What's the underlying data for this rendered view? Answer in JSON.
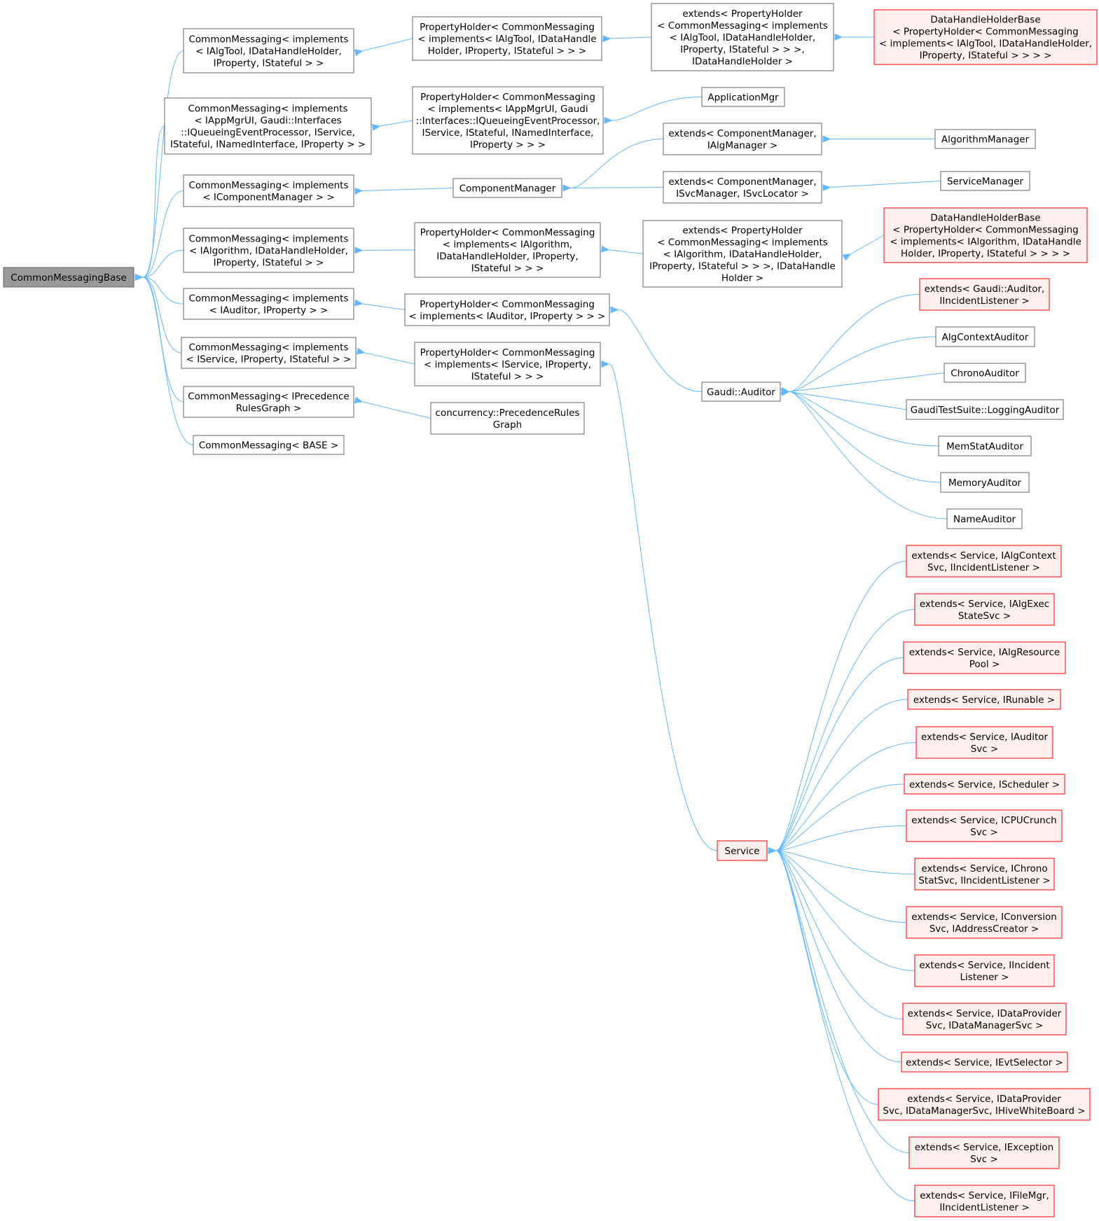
{
  "colors": {
    "edge": "#63b8ff",
    "node_border": "#666666",
    "node_fill": "#ffffff",
    "root_fill": "#999999",
    "root_border": "#666666",
    "red_border": "#ff0000",
    "red_fill": "#fff0f0"
  },
  "nodes": [
    {
      "id": "root",
      "style": "root",
      "lines": [
        "CommonMessagingBase"
      ]
    },
    {
      "id": "cm_algtool",
      "style": "normal",
      "lines": [
        "CommonMessaging< implements",
        "< IAlgTool, IDataHandleHolder,",
        "IProperty, IStateful > >"
      ]
    },
    {
      "id": "cm_appmgr",
      "style": "normal",
      "lines": [
        "CommonMessaging< implements",
        "< IAppMgrUI, Gaudi::Interfaces",
        "::IQueueingEventProcessor, IService,",
        "IStateful, INamedInterface, IProperty > >"
      ]
    },
    {
      "id": "cm_compmgr",
      "style": "normal",
      "lines": [
        "CommonMessaging< implements",
        "< IComponentManager > >"
      ]
    },
    {
      "id": "cm_algorithm",
      "style": "normal",
      "lines": [
        "CommonMessaging< implements",
        "< IAlgorithm, IDataHandleHolder,",
        "IProperty, IStateful > >"
      ]
    },
    {
      "id": "cm_auditor",
      "style": "normal",
      "lines": [
        "CommonMessaging< implements",
        "< IAuditor, IProperty > >"
      ]
    },
    {
      "id": "cm_service",
      "style": "normal",
      "lines": [
        "CommonMessaging< implements",
        "< IService, IProperty, IStateful > >"
      ]
    },
    {
      "id": "cm_precedence",
      "style": "normal",
      "lines": [
        "CommonMessaging< IPrecedence",
        "RulesGraph >"
      ]
    },
    {
      "id": "cm_base",
      "style": "normal",
      "lines": [
        "CommonMessaging< BASE >"
      ]
    },
    {
      "id": "ph_algtool",
      "style": "normal",
      "lines": [
        "PropertyHolder< CommonMessaging",
        "< implements< IAlgTool, IDataHandle",
        "Holder, IProperty, IStateful > > >"
      ]
    },
    {
      "id": "ph_appmgr",
      "style": "normal",
      "lines": [
        "PropertyHolder< CommonMessaging",
        "< implements< IAppMgrUI, Gaudi",
        "::Interfaces::IQueueingEventProcessor,",
        "IService, IStateful, INamedInterface,",
        "IProperty > > >"
      ]
    },
    {
      "id": "componentmanager",
      "style": "normal",
      "lines": [
        "ComponentManager"
      ]
    },
    {
      "id": "ph_algorithm",
      "style": "normal",
      "lines": [
        "PropertyHolder< CommonMessaging",
        "< implements< IAlgorithm,",
        "IDataHandleHolder, IProperty,",
        "IStateful > > >"
      ]
    },
    {
      "id": "ph_auditor",
      "style": "normal",
      "lines": [
        "PropertyHolder< CommonMessaging",
        "< implements< IAuditor, IProperty > > >"
      ]
    },
    {
      "id": "ph_service",
      "style": "normal",
      "lines": [
        "PropertyHolder< CommonMessaging",
        "< implements< IService, IProperty,",
        "IStateful > > >"
      ]
    },
    {
      "id": "precedencerulesgraph",
      "style": "normal",
      "lines": [
        "concurrency::PrecedenceRules",
        "Graph"
      ]
    },
    {
      "id": "ext_ph_algtool",
      "style": "normal",
      "lines": [
        "extends< PropertyHolder",
        "< CommonMessaging< implements",
        "< IAlgTool, IDataHandleHolder,",
        "IProperty, IStateful > > >,",
        "IDataHandleHolder >"
      ]
    },
    {
      "id": "applicationmgr",
      "style": "normal",
      "lines": [
        "ApplicationMgr"
      ]
    },
    {
      "id": "ext_cm_algmgr",
      "style": "normal",
      "lines": [
        "extends< ComponentManager,",
        "IAlgManager >"
      ]
    },
    {
      "id": "ext_cm_svcmgr",
      "style": "normal",
      "lines": [
        "extends< ComponentManager,",
        "ISvcManager, ISvcLocator >"
      ]
    },
    {
      "id": "ext_ph_algorithm",
      "style": "normal",
      "lines": [
        "extends< PropertyHolder",
        "< CommonMessaging< implements",
        "< IAlgorithm, IDataHandleHolder,",
        "IProperty, IStateful > > >, IDataHandle",
        "Holder >"
      ]
    },
    {
      "id": "gaudi_auditor",
      "style": "normal",
      "lines": [
        "Gaudi::Auditor"
      ]
    },
    {
      "id": "service",
      "style": "red",
      "lines": [
        "Service"
      ]
    },
    {
      "id": "dhhb_algtool",
      "style": "red",
      "lines": [
        "DataHandleHolderBase",
        "< PropertyHolder< CommonMessaging",
        "< implements< IAlgTool, IDataHandleHolder,",
        "IProperty, IStateful > > > >"
      ]
    },
    {
      "id": "algorithmmanager",
      "style": "normal",
      "lines": [
        "AlgorithmManager"
      ]
    },
    {
      "id": "servicemanager",
      "style": "normal",
      "lines": [
        "ServiceManager"
      ]
    },
    {
      "id": "dhhb_algorithm",
      "style": "red",
      "lines": [
        "DataHandleHolderBase",
        "< PropertyHolder< CommonMessaging",
        "< implements< IAlgorithm, IDataHandle",
        "Holder, IProperty, IStateful > > > >"
      ]
    },
    {
      "id": "ext_auditor_incident",
      "style": "red",
      "lines": [
        "extends< Gaudi::Auditor,",
        "IIncidentListener >"
      ]
    },
    {
      "id": "algcontextauditor",
      "style": "normal",
      "lines": [
        "AlgContextAuditor"
      ]
    },
    {
      "id": "chronoauditor",
      "style": "normal",
      "lines": [
        "ChronoAuditor"
      ]
    },
    {
      "id": "loggingauditor",
      "style": "normal",
      "lines": [
        "GaudiTestSuite::LoggingAuditor"
      ]
    },
    {
      "id": "memstatauditor",
      "style": "normal",
      "lines": [
        "MemStatAuditor"
      ]
    },
    {
      "id": "memoryauditor",
      "style": "normal",
      "lines": [
        "MemoryAuditor"
      ]
    },
    {
      "id": "nameauditor",
      "style": "normal",
      "lines": [
        "NameAuditor"
      ]
    },
    {
      "id": "svc_algcontext",
      "style": "red",
      "lines": [
        "extends< Service, IAlgContext",
        "Svc, IIncidentListener >"
      ]
    },
    {
      "id": "svc_algexec",
      "style": "red",
      "lines": [
        "extends< Service, IAlgExec",
        "StateSvc >"
      ]
    },
    {
      "id": "svc_algresource",
      "style": "red",
      "lines": [
        "extends< Service, IAlgResource",
        "Pool >"
      ]
    },
    {
      "id": "svc_runable",
      "style": "red",
      "lines": [
        "extends< Service, IRunable >"
      ]
    },
    {
      "id": "svc_auditor",
      "style": "red",
      "lines": [
        "extends< Service, IAuditor",
        "Svc >"
      ]
    },
    {
      "id": "svc_scheduler",
      "style": "red",
      "lines": [
        "extends< Service, IScheduler >"
      ]
    },
    {
      "id": "svc_cpucrunch",
      "style": "red",
      "lines": [
        "extends< Service, ICPUCrunch",
        "Svc >"
      ]
    },
    {
      "id": "svc_chrono",
      "style": "red",
      "lines": [
        "extends< Service, IChrono",
        "StatSvc, IIncidentListener >"
      ]
    },
    {
      "id": "svc_conversion",
      "style": "red",
      "lines": [
        "extends< Service, IConversion",
        "Svc, IAddressCreator >"
      ]
    },
    {
      "id": "svc_incident",
      "style": "red",
      "lines": [
        "extends< Service, IIncident",
        "Listener >"
      ]
    },
    {
      "id": "svc_dataprovider",
      "style": "red",
      "lines": [
        "extends< Service, IDataProvider",
        "Svc, IDataManagerSvc >"
      ]
    },
    {
      "id": "svc_evtselector",
      "style": "red",
      "lines": [
        "extends< Service, IEvtSelector >"
      ]
    },
    {
      "id": "svc_hivewhiteboard",
      "style": "red",
      "lines": [
        "extends< Service, IDataProvider",
        "Svc, IDataManagerSvc, IHiveWhiteBoard >"
      ]
    },
    {
      "id": "svc_exception",
      "style": "red",
      "lines": [
        "extends< Service, IException",
        "Svc >"
      ]
    },
    {
      "id": "svc_filemgr",
      "style": "red",
      "lines": [
        "extends< Service, IFileMgr,",
        "IIncidentListener >"
      ]
    }
  ],
  "edges": [
    {
      "from": "root",
      "to": "cm_algtool"
    },
    {
      "from": "root",
      "to": "cm_appmgr"
    },
    {
      "from": "root",
      "to": "cm_compmgr"
    },
    {
      "from": "root",
      "to": "cm_algorithm"
    },
    {
      "from": "root",
      "to": "cm_auditor"
    },
    {
      "from": "root",
      "to": "cm_service"
    },
    {
      "from": "root",
      "to": "cm_precedence"
    },
    {
      "from": "root",
      "to": "cm_base"
    },
    {
      "from": "cm_algtool",
      "to": "ph_algtool"
    },
    {
      "from": "cm_appmgr",
      "to": "ph_appmgr"
    },
    {
      "from": "cm_compmgr",
      "to": "componentmanager"
    },
    {
      "from": "cm_algorithm",
      "to": "ph_algorithm"
    },
    {
      "from": "cm_auditor",
      "to": "ph_auditor"
    },
    {
      "from": "cm_service",
      "to": "ph_service"
    },
    {
      "from": "cm_precedence",
      "to": "precedencerulesgraph"
    },
    {
      "from": "ph_algtool",
      "to": "ext_ph_algtool"
    },
    {
      "from": "ph_appmgr",
      "to": "applicationmgr"
    },
    {
      "from": "componentmanager",
      "to": "ext_cm_algmgr"
    },
    {
      "from": "componentmanager",
      "to": "ext_cm_svcmgr"
    },
    {
      "from": "ph_algorithm",
      "to": "ext_ph_algorithm"
    },
    {
      "from": "ph_auditor",
      "to": "gaudi_auditor"
    },
    {
      "from": "ph_service",
      "to": "service"
    },
    {
      "from": "ext_ph_algtool",
      "to": "dhhb_algtool"
    },
    {
      "from": "ext_cm_algmgr",
      "to": "algorithmmanager"
    },
    {
      "from": "ext_cm_svcmgr",
      "to": "servicemanager"
    },
    {
      "from": "ext_ph_algorithm",
      "to": "dhhb_algorithm"
    },
    {
      "from": "gaudi_auditor",
      "to": "ext_auditor_incident"
    },
    {
      "from": "gaudi_auditor",
      "to": "algcontextauditor"
    },
    {
      "from": "gaudi_auditor",
      "to": "chronoauditor"
    },
    {
      "from": "gaudi_auditor",
      "to": "loggingauditor"
    },
    {
      "from": "gaudi_auditor",
      "to": "memstatauditor"
    },
    {
      "from": "gaudi_auditor",
      "to": "memoryauditor"
    },
    {
      "from": "gaudi_auditor",
      "to": "nameauditor"
    },
    {
      "from": "service",
      "to": "svc_algcontext"
    },
    {
      "from": "service",
      "to": "svc_algexec"
    },
    {
      "from": "service",
      "to": "svc_algresource"
    },
    {
      "from": "service",
      "to": "svc_runable"
    },
    {
      "from": "service",
      "to": "svc_auditor"
    },
    {
      "from": "service",
      "to": "svc_scheduler"
    },
    {
      "from": "service",
      "to": "svc_cpucrunch"
    },
    {
      "from": "service",
      "to": "svc_chrono"
    },
    {
      "from": "service",
      "to": "svc_conversion"
    },
    {
      "from": "service",
      "to": "svc_incident"
    },
    {
      "from": "service",
      "to": "svc_dataprovider"
    },
    {
      "from": "service",
      "to": "svc_evtselector"
    },
    {
      "from": "service",
      "to": "svc_hivewhiteboard"
    },
    {
      "from": "service",
      "to": "svc_exception"
    },
    {
      "from": "service",
      "to": "svc_filemgr"
    }
  ]
}
